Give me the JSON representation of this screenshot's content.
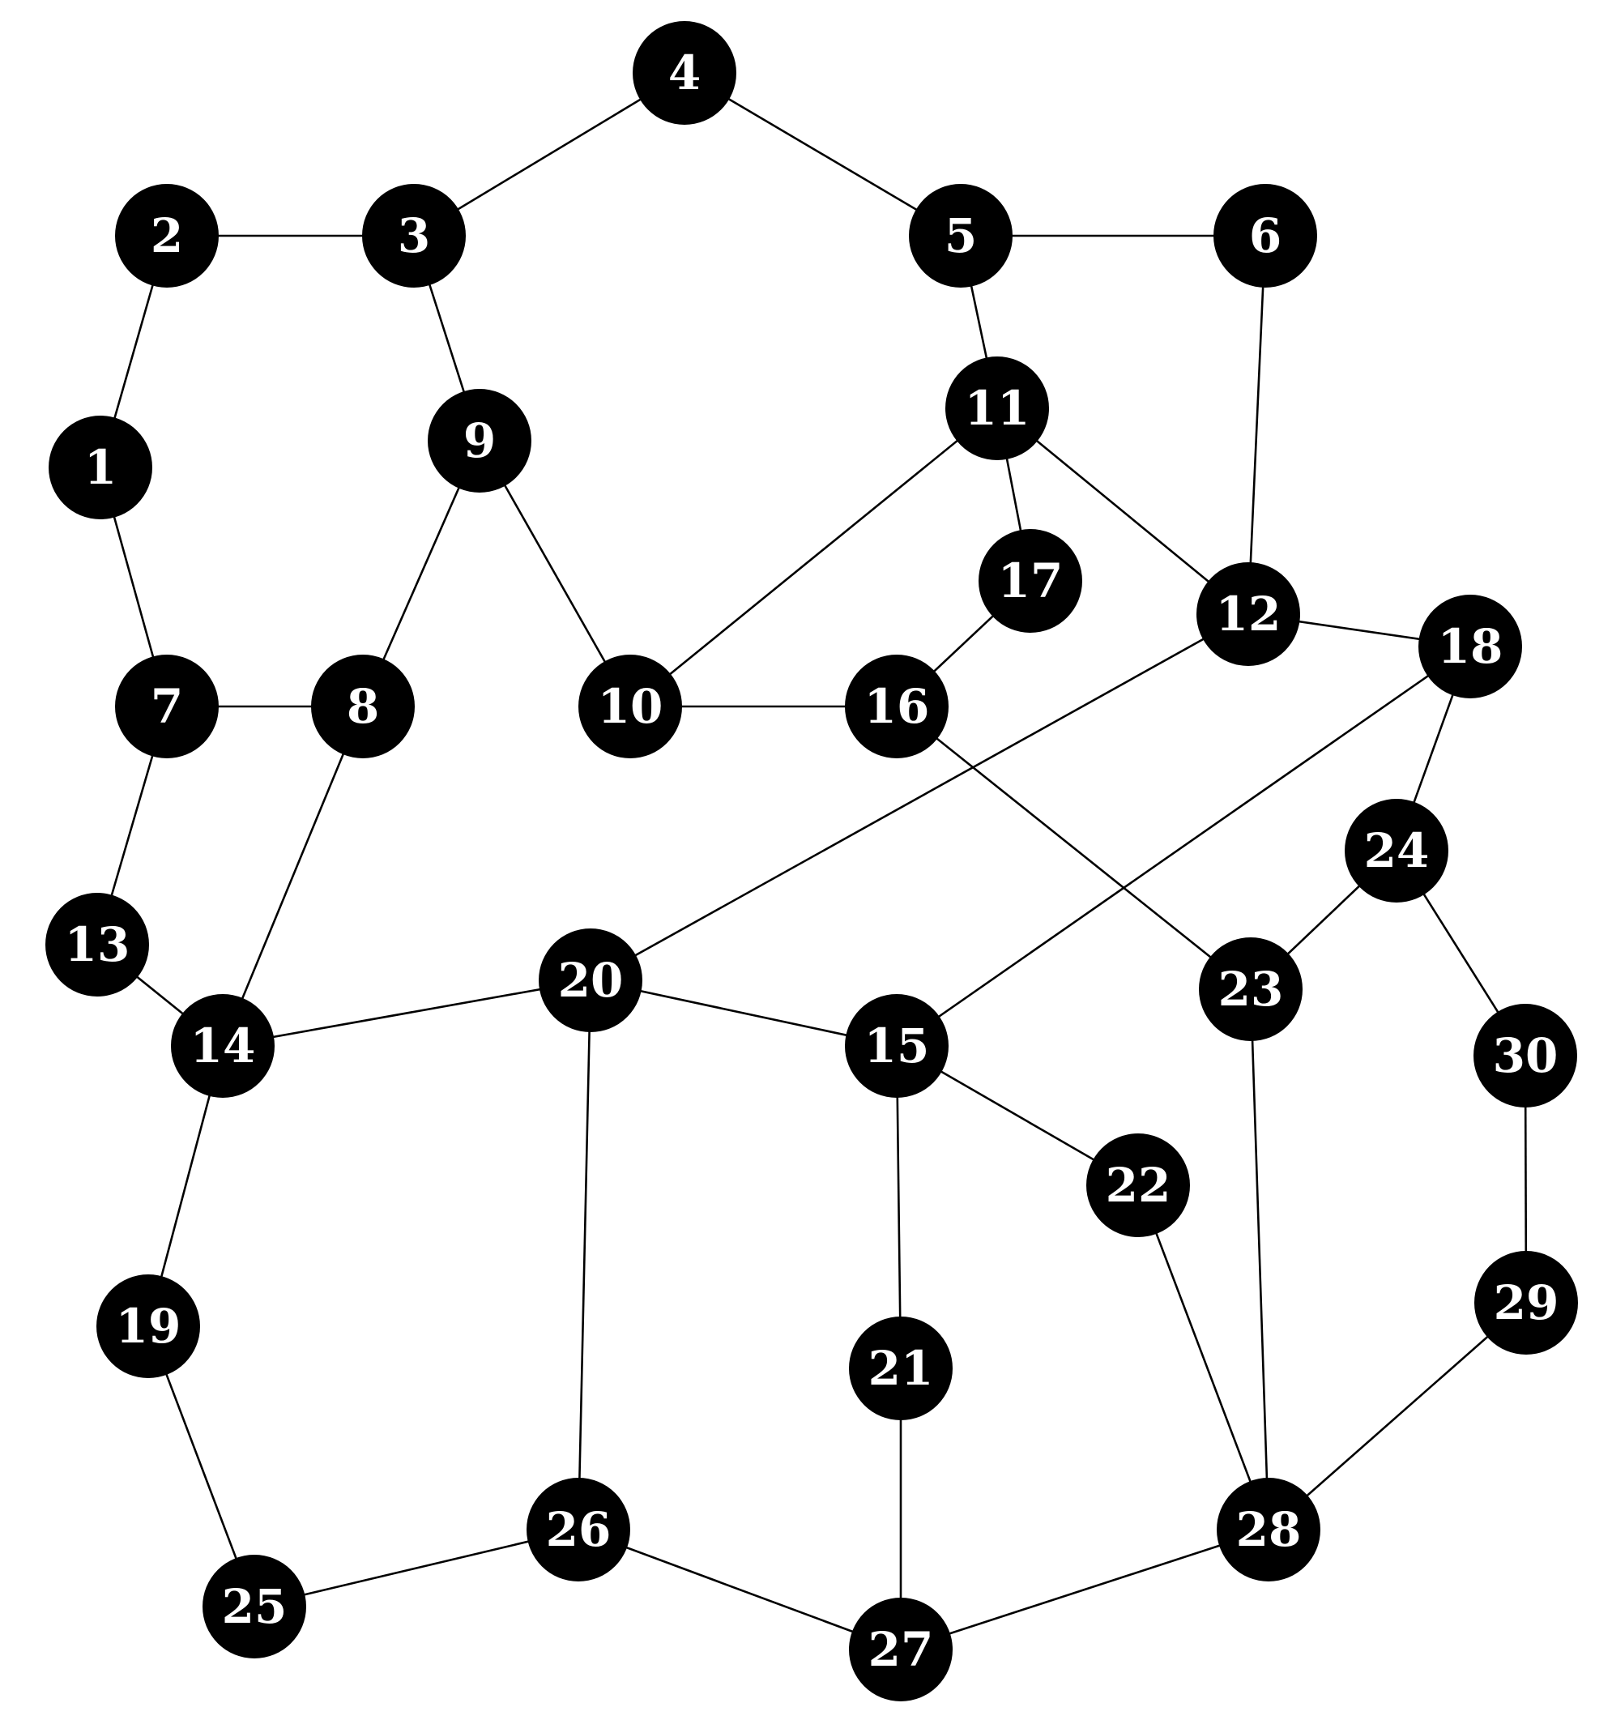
{
  "graph": {
    "nodes": [
      {
        "id": 1,
        "label": "1"
      },
      {
        "id": 2,
        "label": "2"
      },
      {
        "id": 3,
        "label": "3"
      },
      {
        "id": 4,
        "label": "4"
      },
      {
        "id": 5,
        "label": "5"
      },
      {
        "id": 6,
        "label": "6"
      },
      {
        "id": 7,
        "label": "7"
      },
      {
        "id": 8,
        "label": "8"
      },
      {
        "id": 9,
        "label": "9"
      },
      {
        "id": 10,
        "label": "10"
      },
      {
        "id": 11,
        "label": "11"
      },
      {
        "id": 12,
        "label": "12"
      },
      {
        "id": 13,
        "label": "13"
      },
      {
        "id": 14,
        "label": "14"
      },
      {
        "id": 15,
        "label": "15"
      },
      {
        "id": 16,
        "label": "16"
      },
      {
        "id": 17,
        "label": "17"
      },
      {
        "id": 18,
        "label": "18"
      },
      {
        "id": 19,
        "label": "19"
      },
      {
        "id": 20,
        "label": "20"
      },
      {
        "id": 21,
        "label": "21"
      },
      {
        "id": 22,
        "label": "22"
      },
      {
        "id": 23,
        "label": "23"
      },
      {
        "id": 24,
        "label": "24"
      },
      {
        "id": 25,
        "label": "25"
      },
      {
        "id": 26,
        "label": "26"
      },
      {
        "id": 27,
        "label": "27"
      },
      {
        "id": 28,
        "label": "28"
      },
      {
        "id": 29,
        "label": "29"
      },
      {
        "id": 30,
        "label": "30"
      }
    ],
    "edges": [
      [
        2,
        3
      ],
      [
        3,
        4
      ],
      [
        4,
        5
      ],
      [
        5,
        6
      ],
      [
        2,
        1
      ],
      [
        1,
        7
      ],
      [
        3,
        9
      ],
      [
        9,
        8
      ],
      [
        9,
        10
      ],
      [
        5,
        11
      ],
      [
        11,
        10
      ],
      [
        11,
        17
      ],
      [
        11,
        12
      ],
      [
        6,
        12
      ],
      [
        7,
        8
      ],
      [
        7,
        13
      ],
      [
        13,
        14
      ],
      [
        8,
        14
      ],
      [
        10,
        16
      ],
      [
        17,
        16
      ],
      [
        12,
        18
      ],
      [
        12,
        20
      ],
      [
        18,
        15
      ],
      [
        18,
        24
      ],
      [
        16,
        23
      ],
      [
        24,
        23
      ],
      [
        24,
        30
      ],
      [
        14,
        20
      ],
      [
        20,
        15
      ],
      [
        20,
        26
      ],
      [
        14,
        19
      ],
      [
        15,
        21
      ],
      [
        15,
        22
      ],
      [
        23,
        28
      ],
      [
        22,
        28
      ],
      [
        30,
        29
      ],
      [
        29,
        28
      ],
      [
        19,
        25
      ],
      [
        25,
        26
      ],
      [
        26,
        27
      ],
      [
        21,
        27
      ],
      [
        27,
        28
      ]
    ],
    "colors": {
      "node_fill": "#000000",
      "node_label": "#ffffff",
      "edge": "#000000",
      "background": "#ffffff"
    }
  }
}
